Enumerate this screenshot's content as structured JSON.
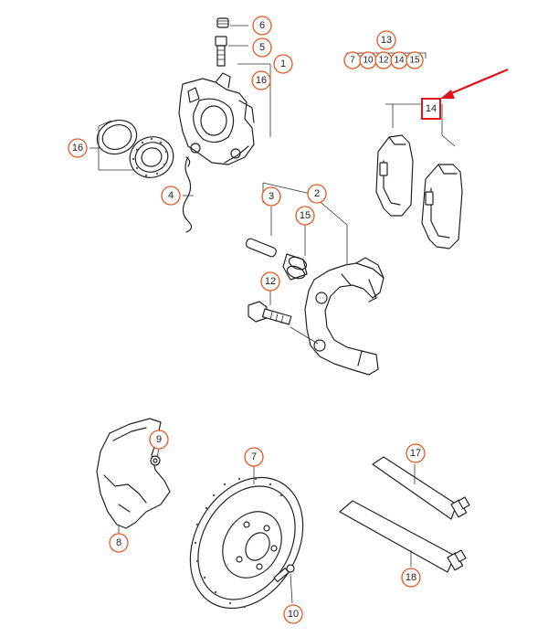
{
  "callouts": {
    "c1": "1",
    "c2": "2",
    "c3": "3",
    "c4": "4",
    "c5": "5",
    "c6": "6",
    "c7": "7",
    "c8": "8",
    "c9": "9",
    "c10": "10",
    "c12": "12",
    "c13": "13",
    "c15": "15",
    "c16a": "16",
    "c16b": "16",
    "c17": "17",
    "c18": "18"
  },
  "pad_kit_group": {
    "header": "13",
    "items": [
      "7",
      "10",
      "12",
      "14",
      "15"
    ]
  },
  "highlight": {
    "label": "14",
    "color": "#e0141e"
  },
  "colors": {
    "callout_ring": "#e8561e",
    "highlight": "#e0141e"
  }
}
